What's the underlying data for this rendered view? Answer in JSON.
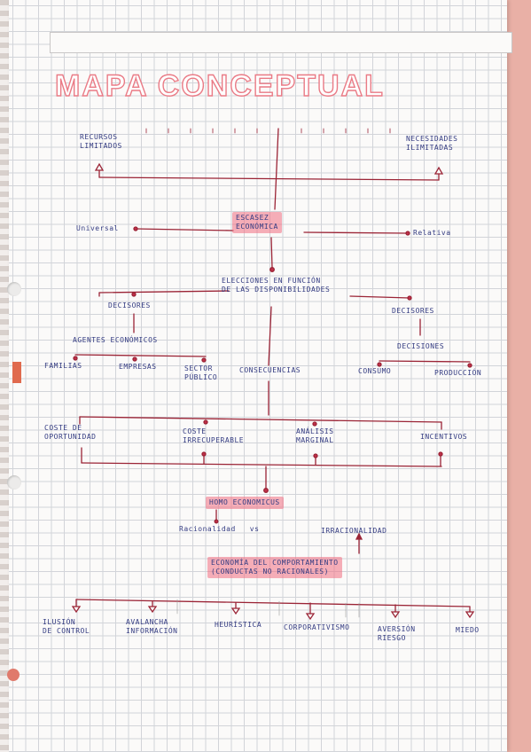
{
  "title": "MAPA CONCEPTUAL",
  "nodes": {
    "recursos": "RECURSOS\nLIMITADOS",
    "necesidades": "NECESIDADES\nILIMITADAS",
    "escasez": "ESCASEZ\nECONÓMICA",
    "universal": "Universal",
    "relativa": "Relativa",
    "elecciones": "ELECCIONES EN FUNCIÓN\nDE LAS DISPONIBILIDADES",
    "decisores_left": "DECISORES",
    "decisores_right": "DECISORES",
    "agentes": "AGENTES ECONÓMICOS",
    "decisiones": "DECISIONES",
    "familias": "FAMILIAS",
    "empresas": "EMPRESAS",
    "sector_publico": "SECTOR\nPÚBLICO",
    "consecuencias": "CONSECUENCIAS",
    "consumo": "CONSUMO",
    "produccion": "PRODUCCIÓN",
    "coste_oportunidad": "COSTE DE\nOPORTUNIDAD",
    "coste_irrecuperable": "COSTE\nIRRECUPERABLE",
    "analisis_marginal": "ANÁLISIS\nMARGINAL",
    "incentivos": "INCENTIVOS",
    "homo": "HOMO ECONOMICUS",
    "racionalidad": "Racionalidad   vs",
    "irracionalidad": "IRRACIONALIDAD",
    "economia_comportamiento": "ECONOMÍA DEL COMPORTAMIENTO\n(CONDUCTAS NO RACIONALES)",
    "ilusion": "ILUSIÓN\nDE CONTROL",
    "avalancha": "AVALANCHA\nINFORMACIÓN",
    "heuristica": "HEURÍSTICA",
    "corporativismo": "CORPORATIVISMO",
    "aversion": "AVERSIÓN\nRIESGO",
    "miedo": "MIEDO"
  },
  "colors": {
    "ink_blue": "#343c82",
    "ink_red": "#9b2436",
    "highlight_pink": "#f06e82",
    "title_pink": "#ea7b86"
  }
}
